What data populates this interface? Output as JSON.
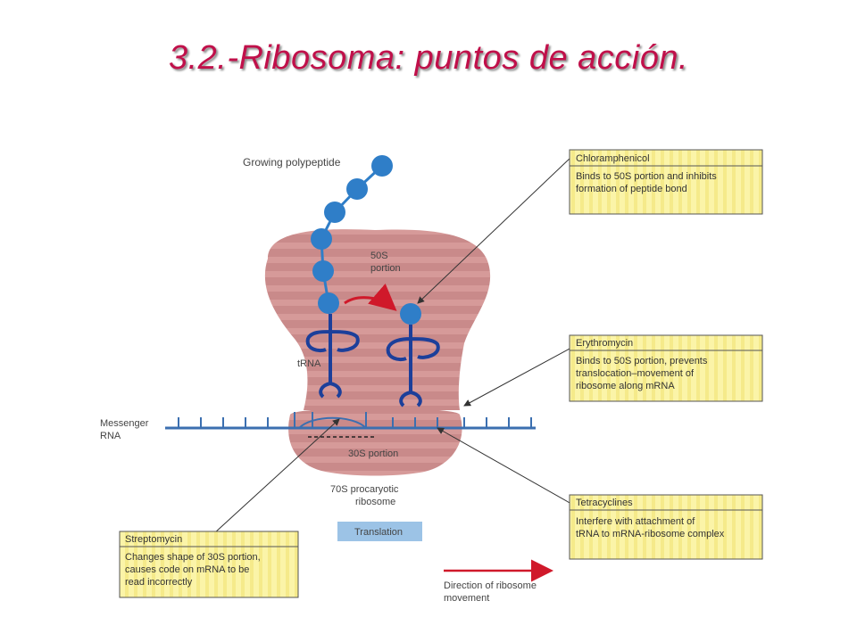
{
  "title": "3.2.-Ribosoma: puntos de acción.",
  "figure": {
    "growing_polypeptide": "Growing polypeptide",
    "portion_50s": [
      "50S",
      "portion"
    ],
    "trna": "tRNA",
    "messenger_rna": [
      "Messenger",
      "RNA"
    ],
    "portion_30s": "30S portion",
    "ribosome_caption": [
      "70S procaryotic",
      "ribosome"
    ],
    "translation": "Translation",
    "legend_direction": [
      "Direction of ribosome",
      "movement"
    ]
  },
  "antibiotics": [
    {
      "name": "Chloramphenicol",
      "lines": [
        "Binds to 50S portion and inhibits",
        "formation of peptide bond"
      ]
    },
    {
      "name": "Erythromycin",
      "lines": [
        "Binds to 50S portion, prevents",
        "translocation–movement of",
        "ribosome along mRNA"
      ]
    },
    {
      "name": "Tetracyclines",
      "lines": [
        "Interfere with attachment of",
        "tRNA to mRNA-ribosome complex"
      ]
    },
    {
      "name": "Streptomycin",
      "lines": [
        "Changes shape of 30S portion,",
        "causes code on mRNA to be",
        "read incorrectly"
      ]
    }
  ],
  "colors": {
    "title": "#c0104a",
    "ribosome": "#c98a8a",
    "bead": "#2f7ec8",
    "trna": "#1c3f9a",
    "mrna": "#3b6fb0",
    "arrow": "#d0192a",
    "box_fill": "#fbf4a8",
    "translation_badge": "#9cc3e6"
  }
}
